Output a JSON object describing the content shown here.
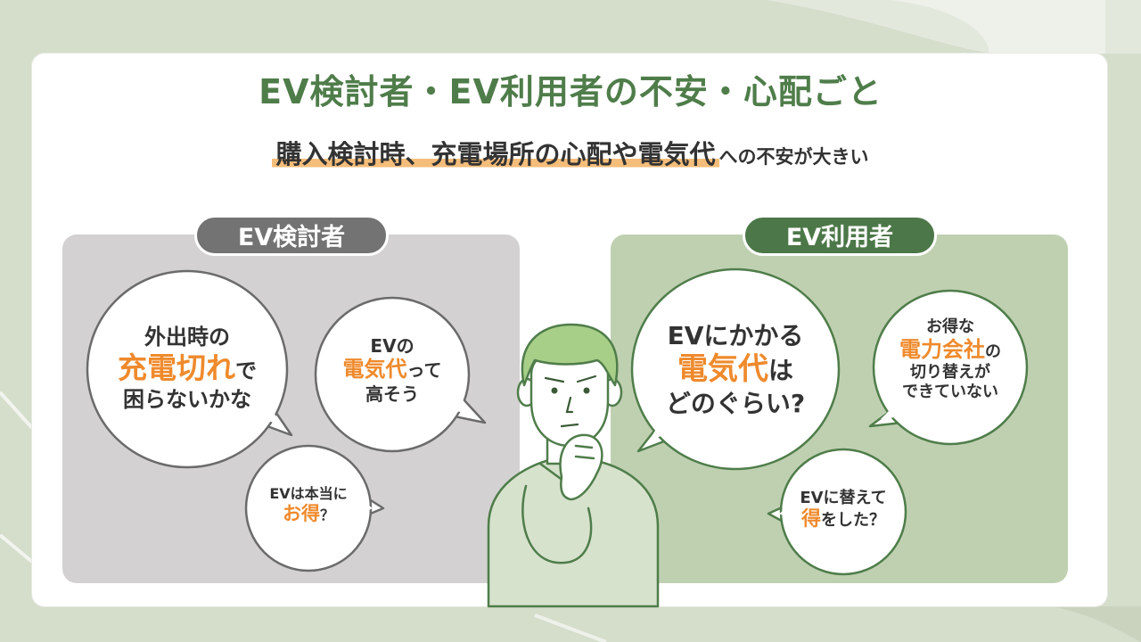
{
  "title": "EV検討者・EV利用者の不安・心配ごと",
  "subtitle": {
    "highlight": "購入検討時、充電場所の心配や電気代",
    "rest": "への不安が大きい"
  },
  "left": {
    "tab": "EV検討者",
    "b1": {
      "l1": "外出時の",
      "l2a": "充電切れ",
      "l2b": "で",
      "l3": "困らないかな"
    },
    "b2": {
      "l1": "EVの",
      "l2a": "電気代",
      "l2b": "って",
      "l3": "高そう"
    },
    "b3": {
      "l1": "EVは本当に",
      "l2a": "お得",
      "l2b": "？"
    }
  },
  "right": {
    "tab": "EV利用者",
    "b1": {
      "l1": "EVにかかる",
      "l2a": "電気代",
      "l2b": "は",
      "l3": "どのぐらい?"
    },
    "b2": {
      "l1": "お得な",
      "l2a": "電力会社",
      "l2b": "の",
      "l3": "切り替えが",
      "l4": "できていない"
    },
    "b3": {
      "l1": "EVに替えて",
      "l2a": "得",
      "l2b": "をした？"
    }
  },
  "colors": {
    "green": "#4f7d4a",
    "accent": "#ef8a2c",
    "gray_panel": "#d3d1d1",
    "green_panel": "#bfd0b1"
  }
}
